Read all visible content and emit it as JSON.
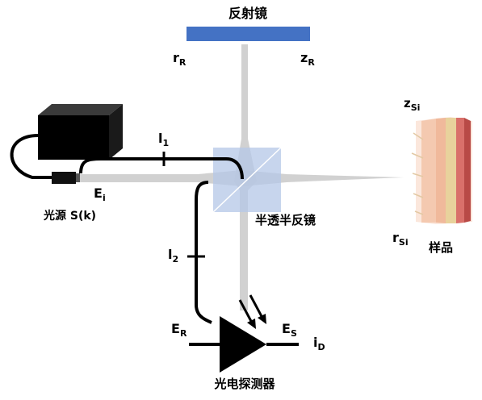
{
  "labels": {
    "mirror": "反射镜",
    "r_R": "r",
    "r_R_sub": "R",
    "z_R": "z",
    "z_R_sub": "R",
    "z_Si": "z",
    "z_Si_sub": "Si",
    "r_Si": "r",
    "r_Si_sub": "Si",
    "l1": "l",
    "l1_sub": "1",
    "l2": "l",
    "l2_sub": "2",
    "E_i": "E",
    "E_i_sub": "i",
    "source": "光源 S(k)",
    "beamsplitter": "半透半反镜",
    "sample": "样品",
    "E_R": "E",
    "E_R_sub": "R",
    "E_S": "E",
    "E_S_sub": "S",
    "i_D": "i",
    "i_D_sub": "D",
    "detector": "光电探测器"
  },
  "colors": {
    "mirror": "#4472c4",
    "beam": "#c8c8c8",
    "beamsplitter": "#b4c7e7",
    "fiber": "#000000",
    "sample_skin": "#f2c6a8",
    "sample_dark": "#c0504d"
  }
}
